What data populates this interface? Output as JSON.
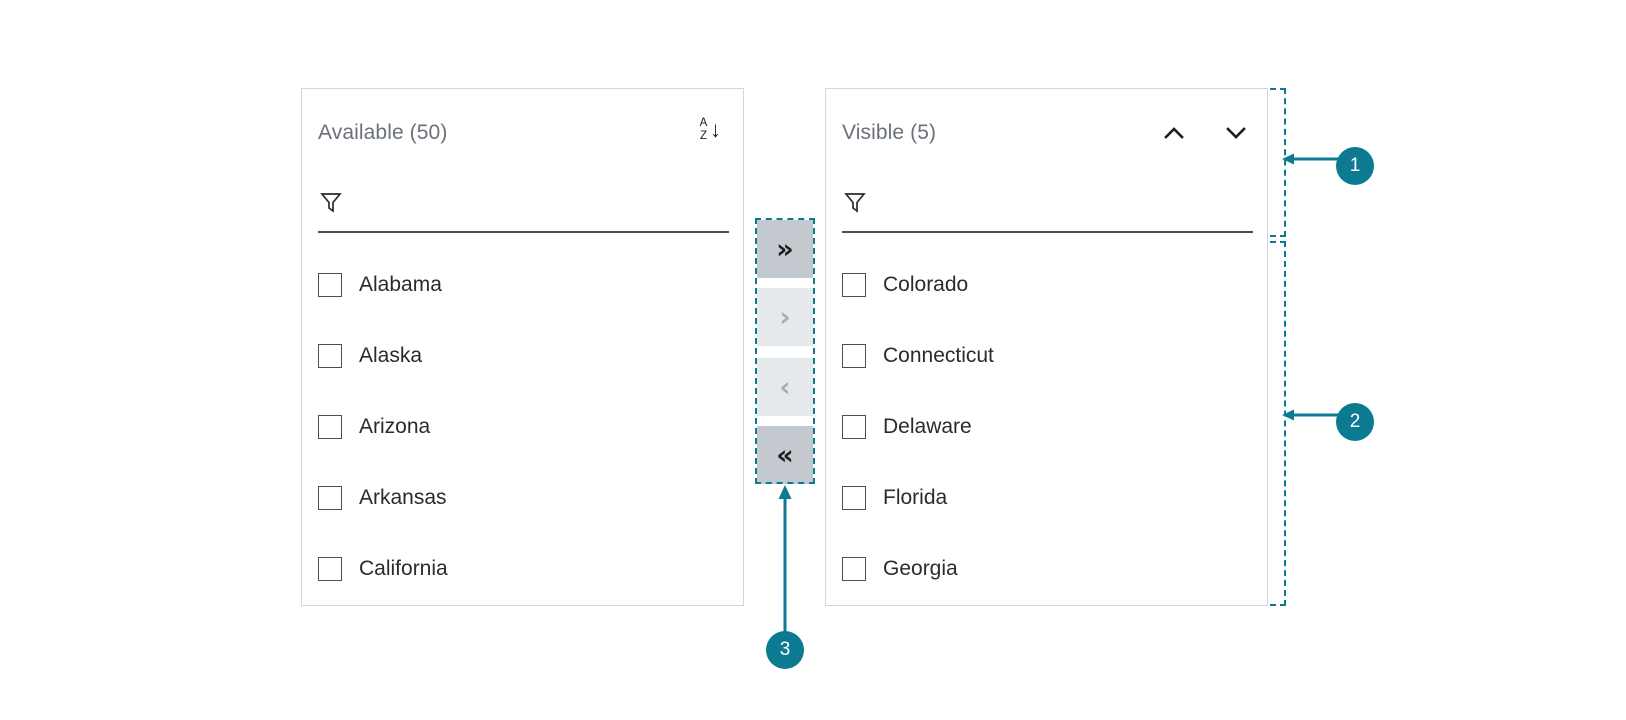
{
  "accent_color": "#0c7b91",
  "panels": {
    "available": {
      "title": "Available (50)",
      "sort_icon": "sort-az-icon",
      "sort_letters": "A\nZ",
      "sort_arrow": "↓",
      "filter": {
        "icon": "filter-funnel-icon",
        "value": "",
        "placeholder": ""
      },
      "items": [
        {
          "label": "Alabama",
          "checked": false
        },
        {
          "label": "Alaska",
          "checked": false
        },
        {
          "label": "Arizona",
          "checked": false
        },
        {
          "label": "Arkansas",
          "checked": false
        },
        {
          "label": "California",
          "checked": false
        }
      ]
    },
    "visible": {
      "title": "Visible (5)",
      "move_up_icon": "chevron-up-icon",
      "move_down_icon": "chevron-down-icon",
      "filter": {
        "icon": "filter-funnel-icon",
        "value": "",
        "placeholder": ""
      },
      "items": [
        {
          "label": "Colorado",
          "checked": false
        },
        {
          "label": "Connecticut",
          "checked": false
        },
        {
          "label": "Delaware",
          "checked": false
        },
        {
          "label": "Florida",
          "checked": false
        },
        {
          "label": "Georgia",
          "checked": false
        }
      ]
    }
  },
  "transfer_buttons": [
    {
      "name": "move-all-right",
      "glyph": "»",
      "state": "enabled"
    },
    {
      "name": "move-right",
      "glyph": "›",
      "state": "disabled"
    },
    {
      "name": "move-left",
      "glyph": "‹",
      "state": "disabled"
    },
    {
      "name": "move-all-left",
      "glyph": "«",
      "state": "enabled"
    }
  ],
  "annotations": [
    {
      "number": "1",
      "target": "visible-panel-header"
    },
    {
      "number": "2",
      "target": "visible-panel-list"
    },
    {
      "number": "3",
      "target": "transfer-button-column"
    }
  ]
}
